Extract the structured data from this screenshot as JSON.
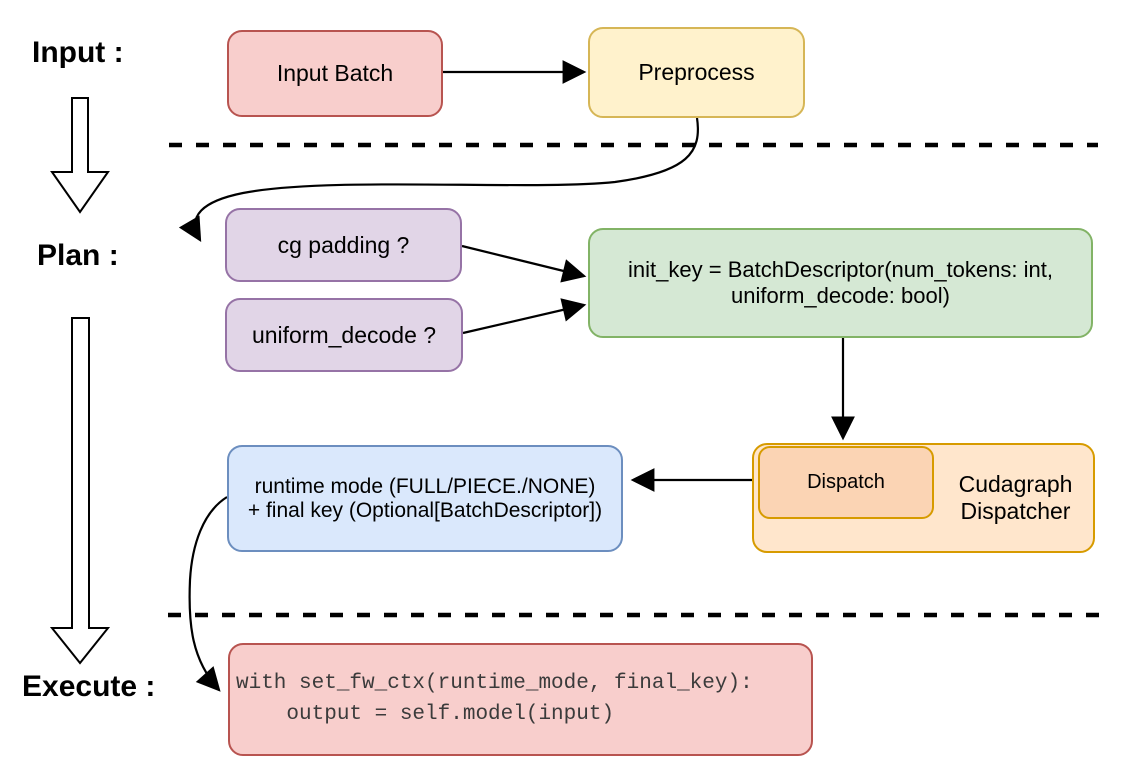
{
  "diagram": {
    "stages": {
      "input_label": "Input :",
      "plan_label": "Plan :",
      "execute_label": "Execute :"
    },
    "nodes": {
      "input_batch": {
        "label": "Input Batch"
      },
      "preprocess": {
        "label": "Preprocess"
      },
      "cg_padding": {
        "label": "cg padding ?"
      },
      "uniform_decode": {
        "label": "uniform_decode ?"
      },
      "init_key": {
        "label": "init_key = BatchDescriptor(num_tokens: int,\nuniform_decode: bool)"
      },
      "dispatch": {
        "label": "Dispatch"
      },
      "cudagraph_dispatcher": {
        "label": "Cudagraph\nDispatcher"
      },
      "runtime_mode": {
        "label": "runtime mode (FULL/PIECE./NONE)\n+ final key (Optional[BatchDescriptor])"
      },
      "execute_code": {
        "label": "with set_fw_ctx(runtime_mode, final_key):\n    output = self.model(input)"
      }
    },
    "colors": {
      "red_fill": "#f8cecc",
      "red_stroke": "#b85450",
      "yellow_fill": "#fff2cc",
      "yellow_stroke": "#d6b656",
      "purple_fill": "#e1d5e7",
      "purple_stroke": "#9673a6",
      "green_fill": "#d5e8d4",
      "green_stroke": "#82b366",
      "orange_outer_fill": "#ffe6cc",
      "orange_inner_fill": "#fbd4b4",
      "orange_stroke": "#d79b00",
      "blue_fill": "#dae8fc",
      "blue_stroke": "#6c8ebf",
      "connector": "#000000",
      "code_text": "#3b3b3b"
    }
  }
}
